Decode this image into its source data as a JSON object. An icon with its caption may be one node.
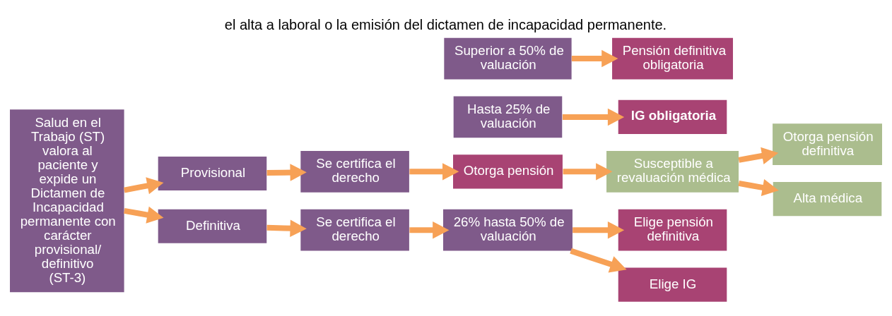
{
  "diagram": {
    "caption": "el alta a laboral o la emisión del dictamen de incapacidad permanente.",
    "nodes": [
      {
        "text": [
          "Salud en el Trabajo (ST) valora al paciente y expide un Dictamen de Incapacidad permanente con carácter provisional/ definitivo (ST-3)"
        ]
      },
      {
        "text": [
          "Provisional"
        ]
      },
      {
        "text": [
          "Se certifica el derecho"
        ]
      },
      {
        "text": [
          "Otorga pensión"
        ]
      },
      {
        "text": [
          "Susceptible a revaluación médica"
        ]
      },
      {
        "text": [
          "Otorga pensión definitiva"
        ]
      },
      {
        "text": [
          "Alta médica"
        ]
      },
      {
        "text": [
          "Definitiva"
        ]
      },
      {
        "text": [
          "Se certifica el derecho"
        ]
      },
      {
        "text": [
          "Hasta 25% de valuación"
        ]
      },
      {
        "text": [
          "IG obligatoria"
        ]
      },
      {
        "text": [
          "26% hasta 50% de valuación"
        ]
      },
      {
        "text": [
          "Elige pensión definitiva"
        ]
      },
      {
        "text": [
          "Elige IG"
        ]
      },
      {
        "text": [
          "Superior a 50% de valuación"
        ]
      },
      {
        "text": [
          "Pensión definitiva obligatoria"
        ]
      }
    ],
    "edges": [
      {
        "from": 0,
        "to": 1,
        "arrow": "to"
      },
      {
        "from": 0,
        "to": 7,
        "arrow": "to"
      },
      {
        "from": 1,
        "to": 2,
        "arrow": "to"
      },
      {
        "from": 2,
        "to": 3,
        "arrow": "to"
      },
      {
        "from": 3,
        "to": 4,
        "arrow": "to"
      },
      {
        "from": 4,
        "to": 5,
        "arrow": "to"
      },
      {
        "from": 4,
        "to": 6,
        "arrow": "to"
      },
      {
        "from": 7,
        "to": 8,
        "arrow": "to"
      },
      {
        "from": 8,
        "to": 11,
        "arrow": "to"
      },
      {
        "from": 9,
        "to": 10,
        "arrow": "to"
      },
      {
        "from": 11,
        "to": 12,
        "arrow": "to"
      },
      {
        "from": 11,
        "to": 13,
        "arrow": "to"
      },
      {
        "from": 14,
        "to": 15,
        "arrow": "to"
      }
    ]
  }
}
